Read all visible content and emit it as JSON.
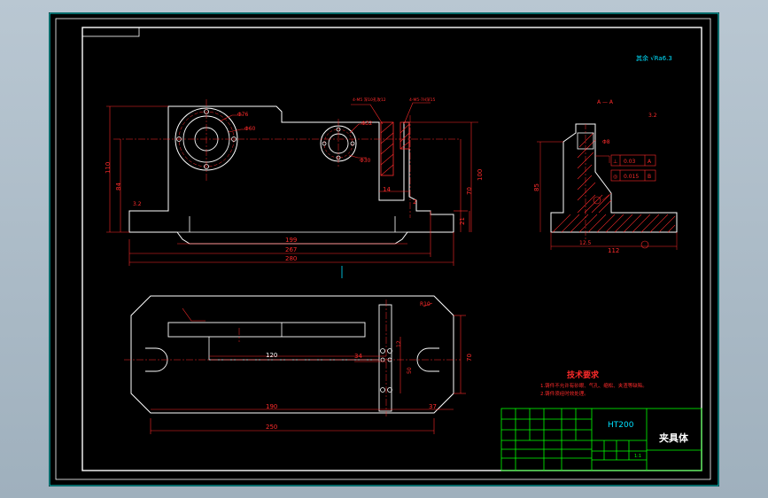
{
  "colors": {
    "frame": "#ffffff",
    "outline": "#ffffff",
    "dimension": "#ff2b2b",
    "center": "#ff2b2b",
    "section": "#ff2b2b",
    "table": "#00ff00",
    "accent": "#00e0ff",
    "notes": "#ff2b2b",
    "viewport_border": "#00d4d4"
  },
  "roughness_note": "其余 √Ra6.3",
  "front_view": {
    "dims": {
      "d110": "110",
      "d84": "84",
      "d199": "199",
      "d267": "267",
      "d280": "280",
      "d70": "70",
      "d100": "100",
      "d14": "14",
      "d21": "21",
      "d2": "2",
      "phi76": "Φ76",
      "phi60": "Φ60",
      "phi32": "Φ32",
      "phi30": "Φ30"
    },
    "callout1": "4-M5 深10孔攻12",
    "callout2": "4-M5-7H深15",
    "finish": "3.2"
  },
  "section_view": {
    "label": "A — A",
    "dims": {
      "d85": "85",
      "d112": "112",
      "phi8": "Φ8",
      "d12_5": "12.5"
    },
    "tol1": [
      "⊥",
      "0.03",
      "A"
    ],
    "tol2": [
      "◎",
      "0.015",
      "B"
    ],
    "finish": "3.2"
  },
  "top_view": {
    "dims": {
      "r10": "R10",
      "d120": "120",
      "d34": "34",
      "d190": "190",
      "d250": "250",
      "d37": "37",
      "d70": "70",
      "d50": "50",
      "d12": "12"
    }
  },
  "tech_req": {
    "title": "技术要求",
    "lines": [
      "1.铸件不允许有砂眼、气孔、缩松、夹渣等缺陷。",
      "2.铸件须经时效处理。"
    ]
  },
  "title_block": {
    "material": "HT200",
    "part_name": "夹具体",
    "scale": "1:1"
  }
}
